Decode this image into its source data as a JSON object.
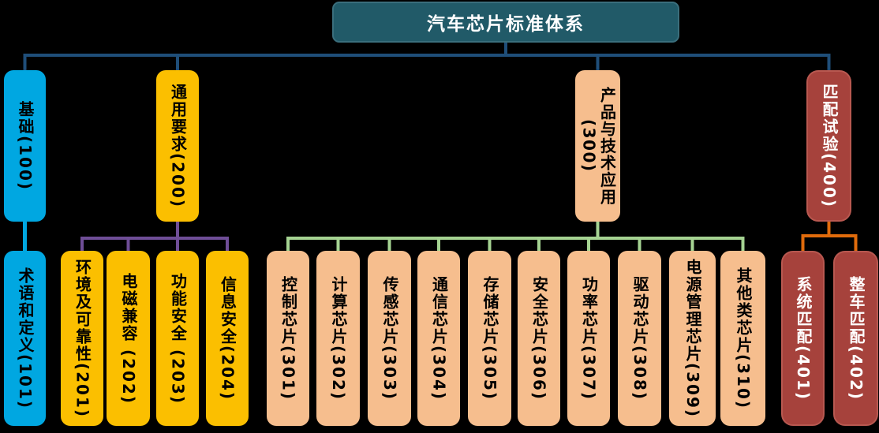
{
  "diagram": {
    "title": "汽车芯片标准体系",
    "groups": [
      {
        "id": "base",
        "label": "基础(100)",
        "box_color": "#00A7E1",
        "text_color": "#000000",
        "connector_color": "#00A7E1",
        "children": [
          "术语和定义(101)"
        ]
      },
      {
        "id": "general-requirements",
        "label": "通用要求(200)",
        "box_color": "#FBBF00",
        "text_color": "#000000",
        "connector_color": "#6F4E97",
        "children": [
          "环境及可靠性(201)",
          "电磁兼容 (202)",
          "功能安全 (203)",
          "信息安全(204)"
        ]
      },
      {
        "id": "product-technology-application",
        "label": "产品与技术应用(300)",
        "box_color": "#F6BE8E",
        "text_color": "#000000",
        "connector_color": "#A5D392",
        "children": [
          "控制芯片(301)",
          "计算芯片(302)",
          "传感芯片(303)",
          "通信芯片(304)",
          "存储芯片(305)",
          "安全芯片(306)",
          "功率芯片(307)",
          "驱动芯片(308)",
          "电源管理芯片(309)",
          "其他类芯片(310)"
        ]
      },
      {
        "id": "matching-test",
        "label": "匹配试验(400)",
        "box_color": "#A6423C",
        "text_color": "#FFFFFF",
        "connector_color": "#E06B0C",
        "children": [
          "系统匹配(401)",
          "整车匹配(402)"
        ]
      }
    ],
    "colors": {
      "background": "#000000",
      "title_bg": "#215A68",
      "title_text": "#FFFFFF",
      "level1_connector": "#1F4E79"
    }
  }
}
